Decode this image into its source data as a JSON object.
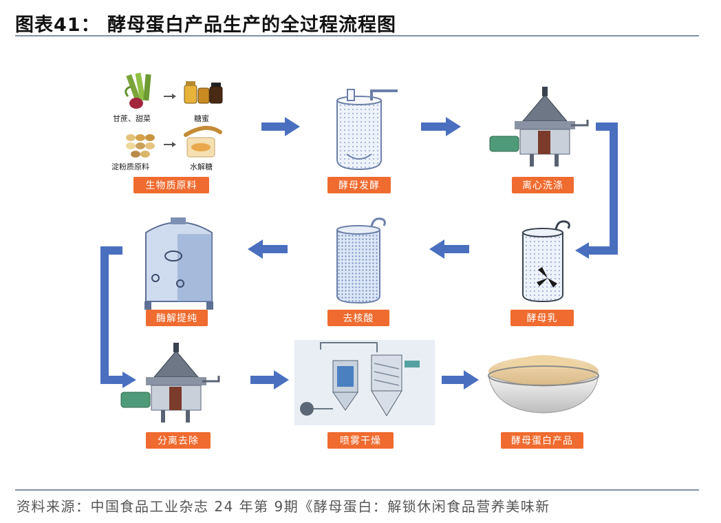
{
  "header": {
    "title": "图表41： 酵母蛋白产品生产的全过程流程图"
  },
  "footer": {
    "source": "资料来源：中国食品工业杂志 24 年第 9期《酵母蛋白：解锁休闲食品营养美味新"
  },
  "raw_materials": {
    "sugarcane_beet": "甘蔗、甜菜",
    "molasses": "糖蜜",
    "starch": "淀粉质原料",
    "hydrolyzed_sugar": "水解糖"
  },
  "steps": {
    "biomass": "生物质原料",
    "fermentation": "酵母发酵",
    "centrifugal_wash": "离心洗涤",
    "yeast_milk": "酵母乳",
    "nucleic_acid_removal": "去核酸",
    "enzymolysis": "酶解提纯",
    "separation": "分离去除",
    "spray_drying": "喷雾干燥",
    "product": "酵母蛋白产品"
  },
  "colors": {
    "arrow": "#4a6fbf",
    "label_bg": "#f06b2f",
    "tank": "#dfe8f5",
    "tank_stroke": "#6b7fa8"
  }
}
